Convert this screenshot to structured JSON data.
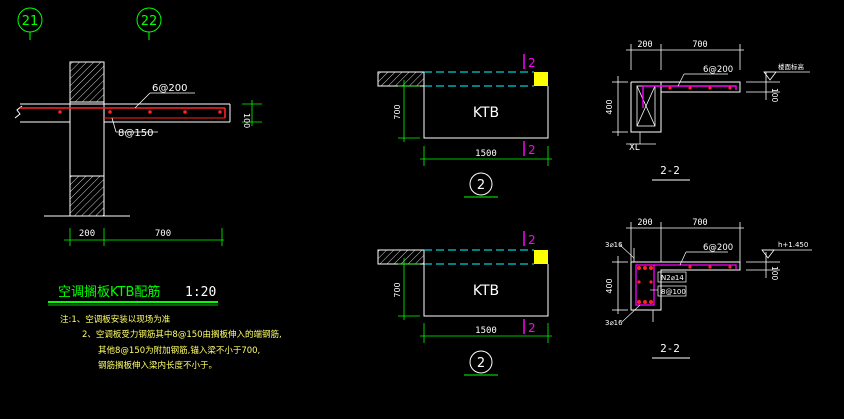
{
  "axes": {
    "a21": "21",
    "a22": "22"
  },
  "detail": {
    "top_bar": "6@200",
    "bottom_bar": "8@150",
    "thickness": "100",
    "dim_left": "200",
    "dim_right": "700"
  },
  "title": {
    "name": "空调搁板KTB配筋",
    "scale": "1:20"
  },
  "notes": {
    "line1": "注:1、空调板安装以现场为准",
    "line2": "2、空调板受力钢筋其中8@150由搁板伸入的端钢筋,",
    "line3": "其他8@150为附加钢筋,锚入梁不小于700,",
    "line4": "钢筋搁板伸入梁内长度不小于。"
  },
  "plan_top": {
    "label": "KTB",
    "section_mark": "2",
    "width": "1500",
    "depth": "700",
    "circle": "2"
  },
  "plan_bottom": {
    "label": "KTB",
    "section_mark": "2",
    "width": "1500",
    "depth": "700",
    "circle": "2"
  },
  "section_top": {
    "dim_a": "200",
    "dim_b": "700",
    "bar": "6@200",
    "height": "400",
    "thickness": "100",
    "beam": "XL",
    "elev_note": "楼面标高",
    "title": "2-2"
  },
  "section_bottom": {
    "dim_a": "200",
    "dim_b": "700",
    "bar": "6@200",
    "height": "400",
    "thickness": "100",
    "top_bar": "3⌀16",
    "bottom_bar": "3⌀16",
    "stirrup": "N2⌀14",
    "link": "8@100",
    "elev": "h+1.450",
    "title": "2-2"
  },
  "colors": {
    "line": "#ffffff",
    "dim": "#00ff00",
    "rebar": "#ff2222",
    "section": "#ff00ff",
    "cyan": "#00ffff",
    "yellow": "#ffff00",
    "text_yellow": "#ffff66"
  }
}
